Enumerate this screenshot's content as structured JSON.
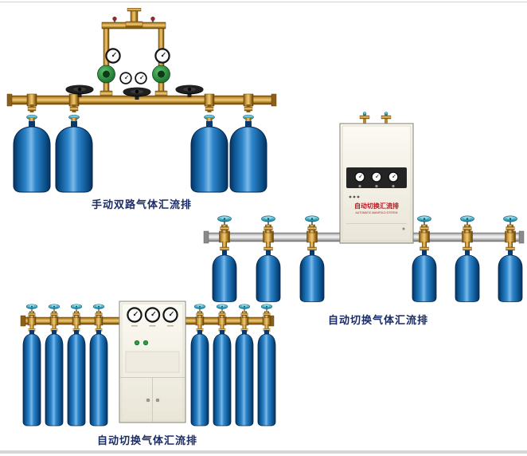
{
  "page": {
    "background": "#ffffff",
    "caption_color": "#1a2c66"
  },
  "colors": {
    "cylinder_blue": "#2e86cd",
    "cylinder_blue_dark": "#06305f",
    "brass": "#c8963a",
    "steel_pipe": "#d5d5d5",
    "teal_valve": "#4fb6cf",
    "regulator_green": "#2f8c41",
    "cabinet_body": "#f5f2e8",
    "cabinet_label_red": "#c1121f",
    "gauge_face": "#fafafa"
  },
  "products": [
    {
      "id": "manual-dual-line-manifold",
      "caption": "手动双路气体汇流排",
      "cylinder_count": 4
    },
    {
      "id": "auto-switch-manifold-wall-cabinet",
      "caption": "自动切换气体汇流排",
      "cylinder_count": 6,
      "cabinet": {
        "label_cn": "自动切换汇流排",
        "label_en": "AUTOMATIC MANIFOLD SYSTEM"
      }
    },
    {
      "id": "auto-switch-manifold-floor-cabinet",
      "caption": "自动切换气体汇流排",
      "cylinder_count": 8
    }
  ]
}
